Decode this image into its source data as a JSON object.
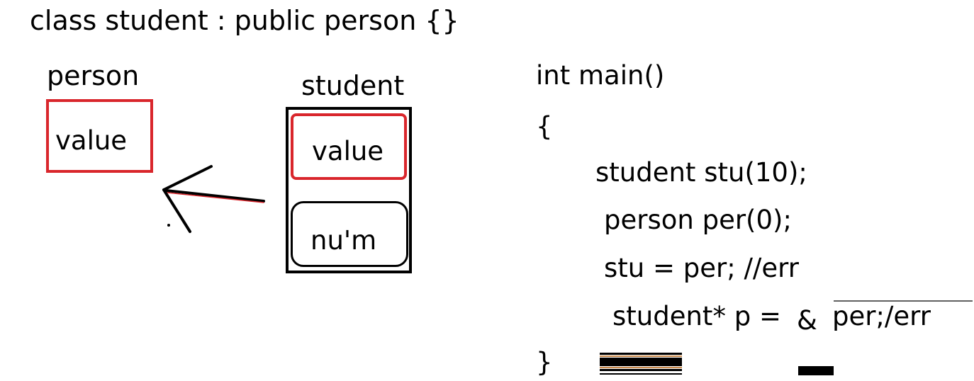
{
  "title": "class student : public person {}",
  "person": {
    "label": "person",
    "member": "value"
  },
  "student": {
    "label": "student",
    "members": [
      "value",
      "nu'm"
    ]
  },
  "code": {
    "lines": [
      "int main()",
      "{",
      "student stu(10);",
      "person per(0);",
      "stu = per; //err",
      "student* p = ",
      "&",
      "per;/err",
      "}"
    ]
  },
  "colors": {
    "highlight": "#d9262c",
    "stroke": "#000000",
    "accent": "#c98a4b"
  }
}
